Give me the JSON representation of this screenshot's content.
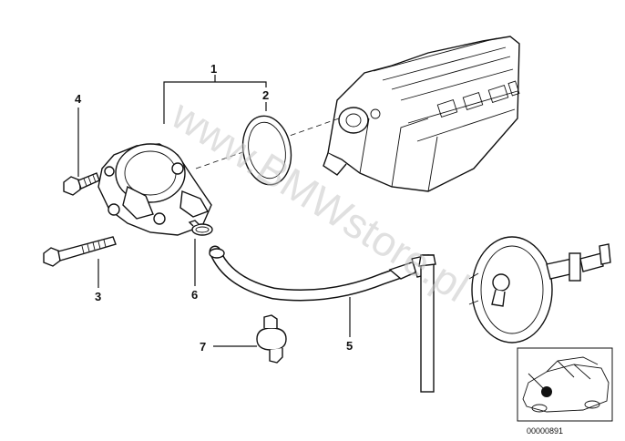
{
  "watermark": "www.BMWstore.pl",
  "reference_number": "00000891",
  "callouts": {
    "c1": "1",
    "c2": "2",
    "c3": "3",
    "c4": "4",
    "c5": "5",
    "c6": "6",
    "c7": "7"
  },
  "icons": [
    "engine-head-icon",
    "vacuum-pump-icon",
    "gasket-ring-icon",
    "bolt-icon",
    "hose-clamp-icon",
    "vacuum-hose-icon",
    "hose-clip-icon",
    "brake-booster-icon",
    "car-locator-icon"
  ]
}
